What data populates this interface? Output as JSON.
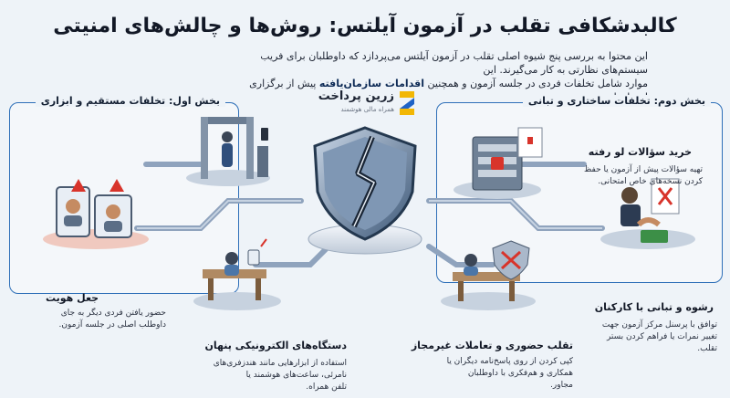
{
  "header": {
    "title": "کالبدشکافی تقلب در آزمون آیلتس: روش‌ها و چالش‌های امنیتی",
    "intro_line1": "این محتوا به بررسی پنج شیوه اصلی تقلب در آزمون آیلتس می‌پردازد که داوطلبان برای فریب سیستم‌های نظارتی به کار می‌گیرند. این",
    "intro_line2_a": "موارد شامل تخلفات فردی در جلسه آزمون و همچنین ",
    "intro_line2_bold": "اقدامات سازمان‌یافته",
    "intro_line2_b": " پیش از برگزاری امتحان است."
  },
  "logo": {
    "name": "زرین پرداخت",
    "tagline": "همراه مالی هوشمند"
  },
  "sections": {
    "left_label": "بخش اول: تخلفات مستقیم و ابزاری",
    "right_label": "بخش دوم: تخلفات ساختاری و تبانی"
  },
  "methods": {
    "leaked": {
      "title": "خرید سؤالات لو رفته",
      "desc1": "تهیه سؤالات پیش از آزمون یا حفظ",
      "desc2": "کردن نسخه‌های خاص امتحانی."
    },
    "identity": {
      "title": "جعل هویت",
      "desc1": "حضور یافتن فردی دیگر به جای",
      "desc2": "داوطلب اصلی در جلسه آزمون."
    },
    "bribery": {
      "title": "رشوه و تبانی با کارکنان",
      "desc1": "توافق با پرسنل مرکز آزمون جهت",
      "desc2": "تغییر نمرات یا فراهم کردن بستر",
      "desc3": "تقلب."
    },
    "devices": {
      "title": "دستگاه‌های الکترونیکی پنهان",
      "desc1": "استفاده از ابزارهایی مانند هندزفری‌های",
      "desc2": "نامرئی، ساعت‌های هوشمند یا",
      "desc3": "تلفن همراه."
    },
    "inperson": {
      "title": "تقلب حضوری و تعاملات غیرمجاز",
      "desc1": "کپی کردن از روی پاسخ‌نامه دیگران یا",
      "desc2": "همکاری و هم‌فکری با داوطلبان",
      "desc3": "مجاور."
    }
  },
  "colors": {
    "accent": "#2e6fb8",
    "warning": "#d8342b",
    "dark": "#121826"
  }
}
